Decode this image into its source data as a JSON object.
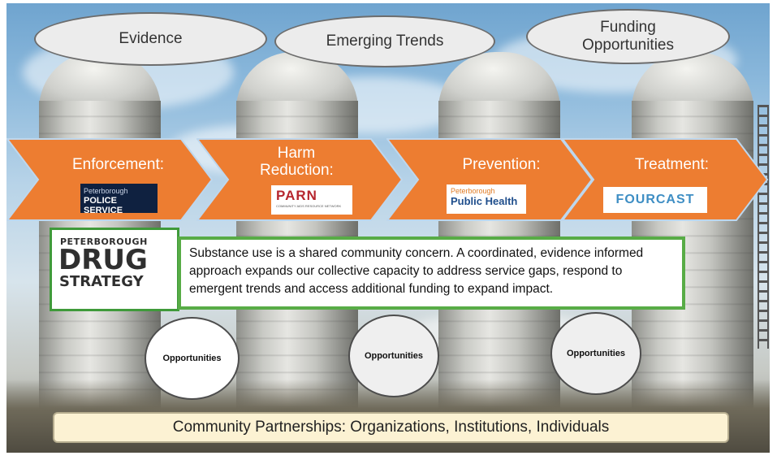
{
  "top_ovals": [
    "Evidence",
    "Emerging Trends",
    "Funding Opportunities"
  ],
  "pillars": [
    {
      "title": "Enforcement:",
      "logo_line1": "Peterborough",
      "logo_line2": "POLICE SERVICE"
    },
    {
      "title": "Harm Reduction:",
      "logo_text": "PARN",
      "logo_tagline": "COMMUNITY AIDS RESOURCE NETWORK"
    },
    {
      "title": "Prevention:",
      "logo_line1": "Peterborough",
      "logo_line2": "Public Health"
    },
    {
      "title": "Treatment:",
      "logo_text": "FOURCAST"
    }
  ],
  "strategy_logo": {
    "line1": "PETERBOROUGH",
    "line2": "DRUG",
    "line3": "STRATEGY"
  },
  "strategy_text": "Substance use is a shared community concern. A coordinated, evidence informed approach expands our collective capacity to address service gaps, respond to emergent trends and access additional funding to expand impact.",
  "opportunities": [
    "Opportunities",
    "Opportunities",
    "Opportunities"
  ],
  "partners_text": "Community Partnerships: Organizations, Institutions, Individuals",
  "colors": {
    "chevron": "#ed7d31",
    "chevron_border": "#bdd7ee",
    "green": "#58ac46",
    "banner": "#fcf2d3"
  }
}
